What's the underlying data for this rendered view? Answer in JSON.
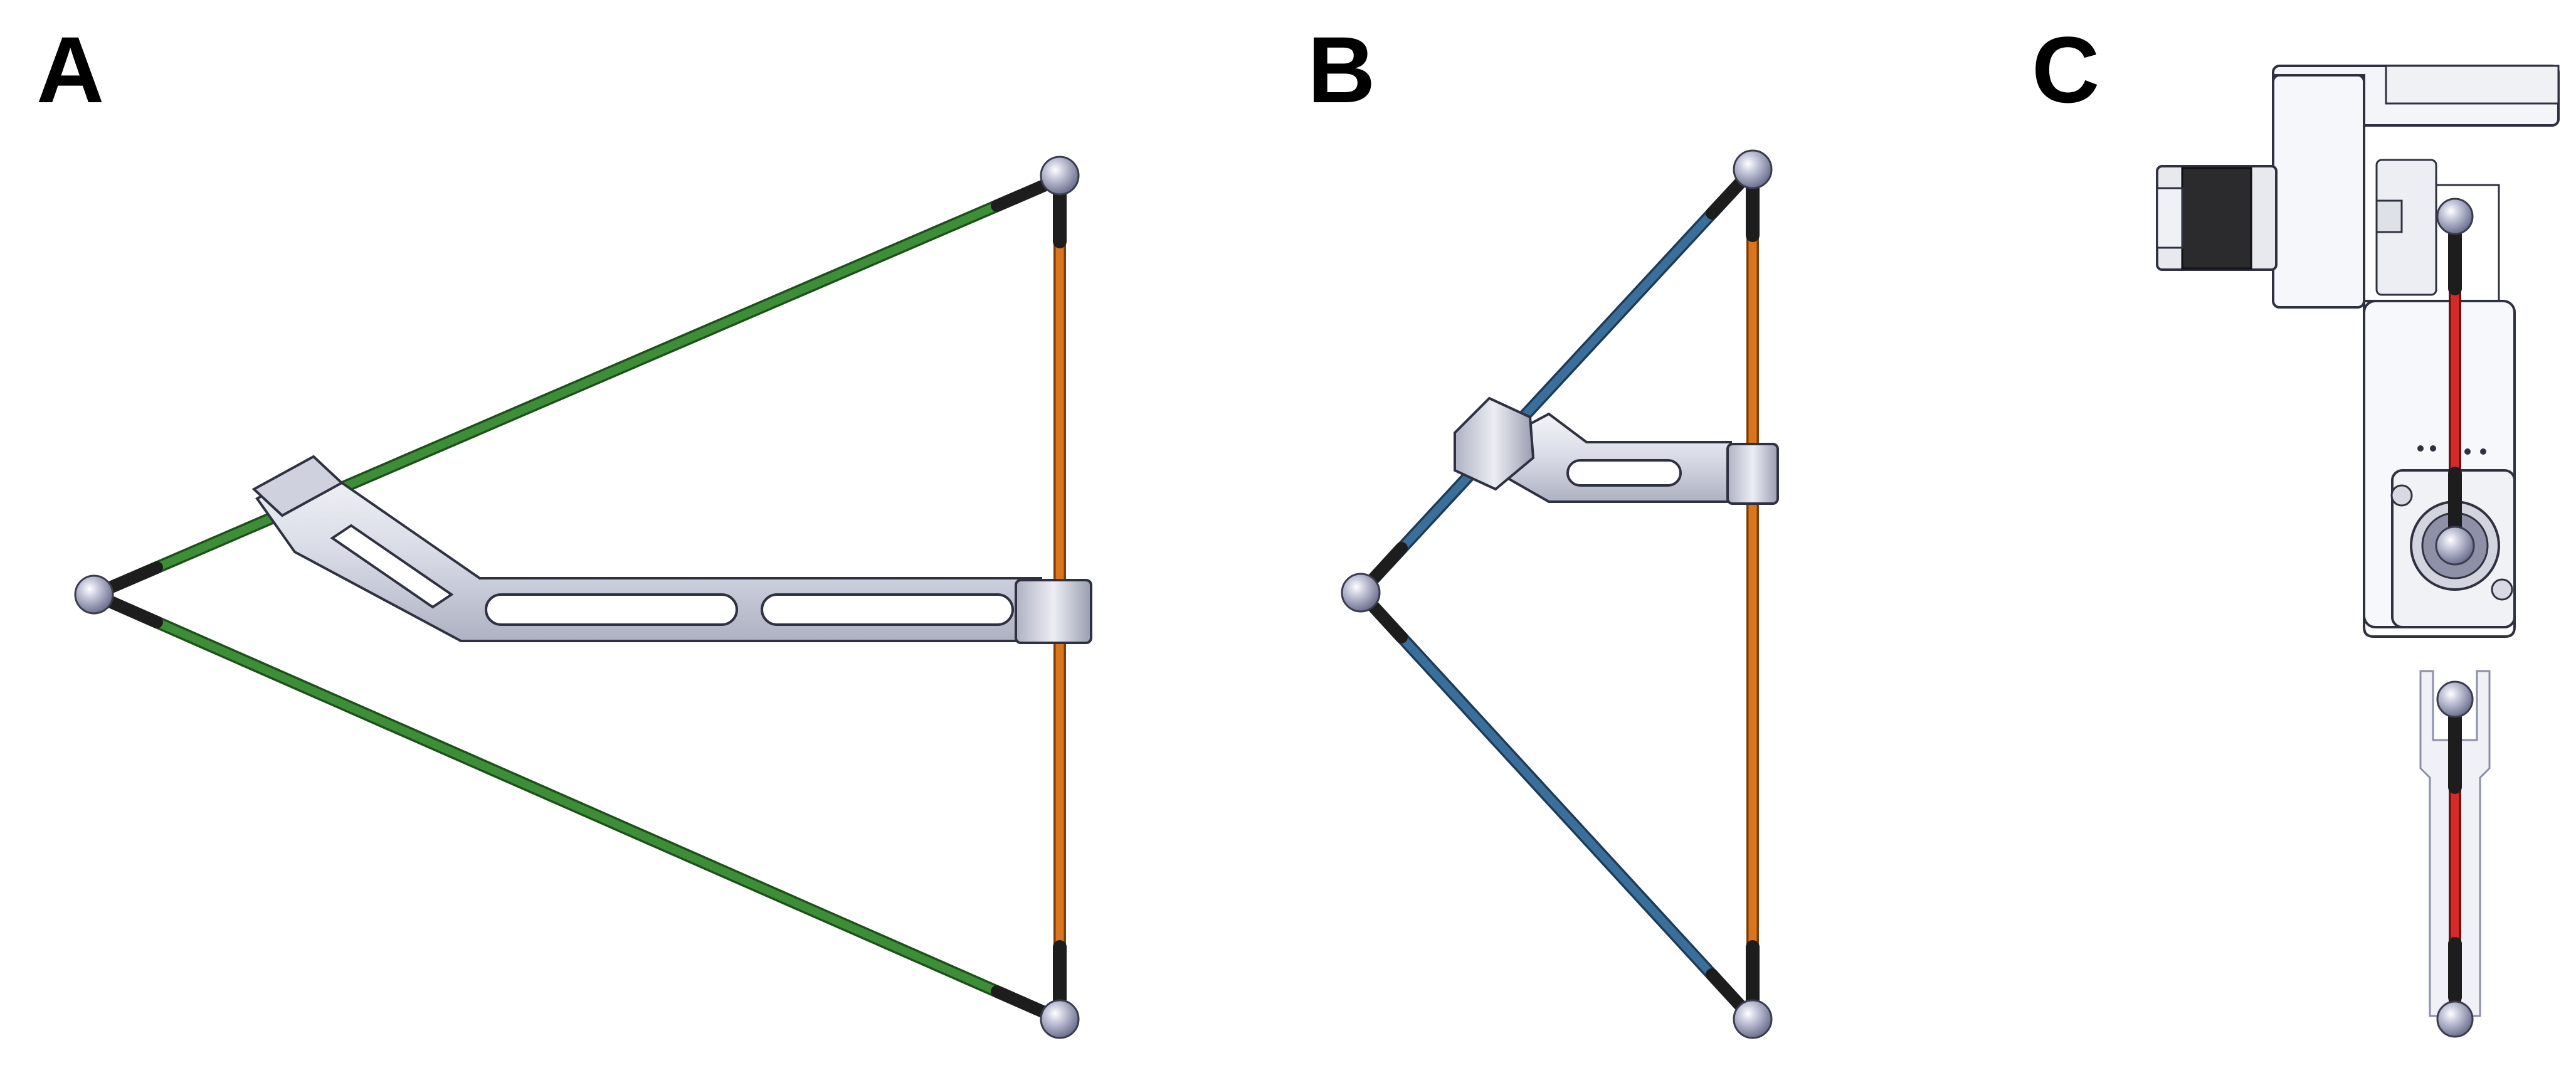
{
  "panels": [
    {
      "label": "A",
      "strut_colors": [
        "#3c8f37",
        "#3c8f37",
        "#d9751a"
      ]
    },
    {
      "label": "B",
      "strut_colors": [
        "#3a6f9c",
        "#3a6f9c",
        "#d9751a"
      ]
    },
    {
      "label": "C",
      "strut_colors": [
        "#d42a2a"
      ]
    }
  ],
  "colors": {
    "green_strut": "#3c8f37",
    "blue_strut": "#3a6f9c",
    "orange_strut": "#d9751a",
    "red_strut": "#d42a2a",
    "end_cap": "#1d1d1d",
    "sphere": "#a9acc3",
    "metal_part": "#d8dbe6"
  }
}
